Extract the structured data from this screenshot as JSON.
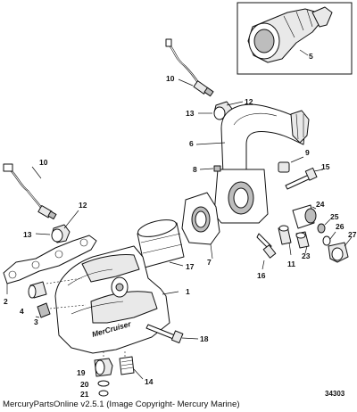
{
  "credit": "MercuryPartsOnline v2.5.1 (Image Copyright- Mercury Marine)",
  "figure_number": "34303",
  "callouts": [
    "1",
    "2",
    "3",
    "4",
    "5",
    "6",
    "7",
    "8",
    "9",
    "10",
    "10",
    "11",
    "12",
    "12",
    "13",
    "13",
    "14",
    "15",
    "16",
    "17",
    "18",
    "19",
    "20",
    "21",
    "23",
    "24",
    "25",
    "26",
    "27"
  ],
  "brand_mark": "MerCruiser"
}
